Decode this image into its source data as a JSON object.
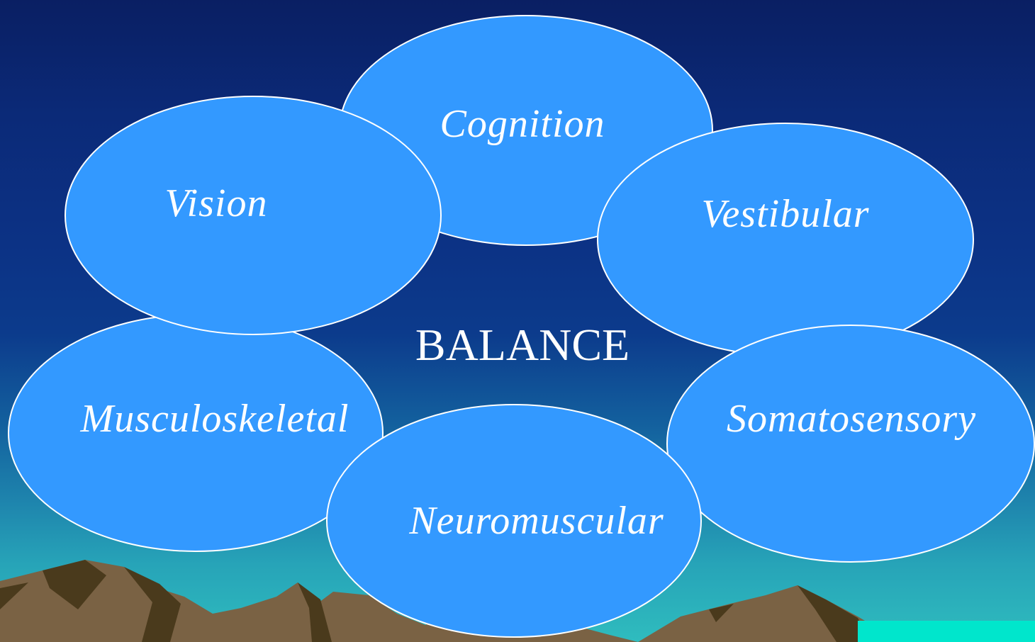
{
  "diagram": {
    "center": "BALANCE",
    "nodes": [
      {
        "id": "cognition",
        "label": "Cognition"
      },
      {
        "id": "vision",
        "label": "Vision"
      },
      {
        "id": "vestibular",
        "label": "Vestibular"
      },
      {
        "id": "musculoskeletal",
        "label": "Musculoskeletal"
      },
      {
        "id": "somatosensory",
        "label": "Somatosensory"
      },
      {
        "id": "neuromuscular",
        "label": "Neuromuscular"
      }
    ]
  },
  "colors": {
    "bubble_fill": "#3399ff",
    "bubble_stroke": "#ffffff",
    "text": "#ffffff",
    "background_top": "#0a1f63",
    "background_bottom": "#2fbcbe",
    "mountain": "#7a6244",
    "accent_strip": "#00e6cc"
  }
}
